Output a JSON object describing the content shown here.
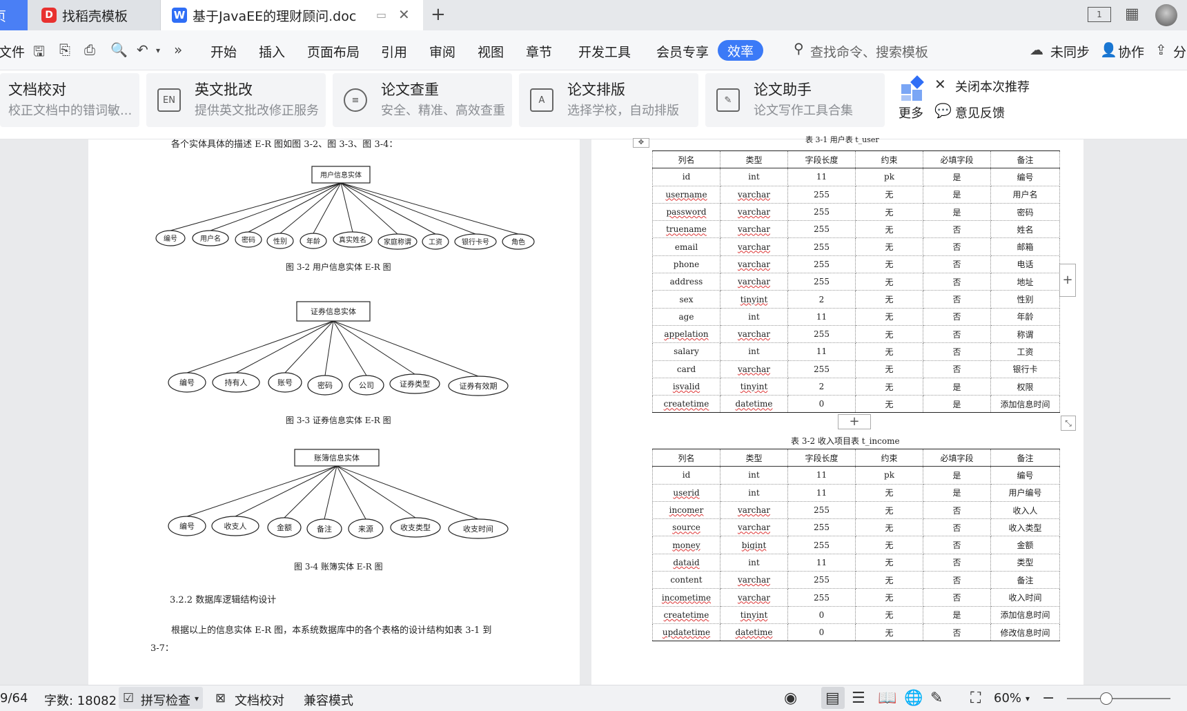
{
  "tabs": {
    "home_partial": "页",
    "template": "找稻壳模板",
    "doc": "基于JavaEE的理财顾问.doc",
    "logo_d": "D",
    "logo_w": "W"
  },
  "menu": {
    "file_partial": "文件",
    "items": [
      "开始",
      "插入",
      "页面布局",
      "引用",
      "审阅",
      "视图",
      "章节",
      "开发工具",
      "会员专享",
      "效率"
    ],
    "search": "查找命令、搜索模板",
    "sync": "未同步",
    "collab": "协作",
    "share_partial": "分"
  },
  "features": [
    {
      "title": "文档校对",
      "sub": "校正文档中的错词敏..."
    },
    {
      "title": "英文批改",
      "sub": "提供英文批改修正服务",
      "icon": "EN"
    },
    {
      "title": "论文查重",
      "sub": "安全、精准、高效查重"
    },
    {
      "title": "论文排版",
      "sub": "选择学校，自动排版"
    },
    {
      "title": "论文助手",
      "sub": "论文写作工具合集"
    }
  ],
  "more": {
    "label": "更多",
    "close": "关闭本次推荐",
    "feedback": "意见反馈"
  },
  "left": {
    "intro": "各个实体具体的描述 E-R 图如图 3-2、图 3-3、图 3-4：",
    "er1": {
      "entity": "用户信息实体",
      "attrs": [
        "编号",
        "用户名",
        "密码",
        "性别",
        "年龄",
        "真实姓名",
        "家庭称谓",
        "工资",
        "银行卡号",
        "角色"
      ],
      "caption": "图 3-2  用户信息实体 E-R 图"
    },
    "er2": {
      "entity": "证券信息实体",
      "attrs": [
        "编号",
        "持有人",
        "账号",
        "密码",
        "公司",
        "证券类型",
        "证券有效期"
      ],
      "caption": "图 3-3  证券信息实体 E-R 图"
    },
    "er3": {
      "entity": "账簿信息实体",
      "attrs": [
        "编号",
        "收支人",
        "金额",
        "备注",
        "来源",
        "收支类型",
        "收支时间"
      ],
      "caption": "图 3-4  账簿实体 E-R 图"
    },
    "section": "3.2.2  数据库逻辑结构设计",
    "para1": "根据以上的信息实体 E-R 图，本系统数据库中的各个表格的设计结构如表 3-1 到",
    "para2": "3-7："
  },
  "right": {
    "table1_caption": "表 3-1  用户表 t_user",
    "table2_caption": "表 3-2  收入项目表 t_income",
    "headers": [
      "列名",
      "类型",
      "字段长度",
      "约束",
      "必填字段",
      "备注"
    ],
    "table1": [
      [
        "id",
        "int",
        "11",
        "pk",
        "是",
        "编号"
      ],
      [
        "username",
        "varchar",
        "255",
        "无",
        "是",
        "用户名"
      ],
      [
        "password",
        "varchar",
        "255",
        "无",
        "是",
        "密码"
      ],
      [
        "truename",
        "varchar",
        "255",
        "无",
        "否",
        "姓名"
      ],
      [
        "email",
        "varchar",
        "255",
        "无",
        "否",
        "邮箱"
      ],
      [
        "phone",
        "varchar",
        "255",
        "无",
        "否",
        "电话"
      ],
      [
        "address",
        "varchar",
        "255",
        "无",
        "否",
        "地址"
      ],
      [
        "sex",
        "tinyint",
        "2",
        "无",
        "否",
        "性别"
      ],
      [
        "age",
        "int",
        "11",
        "无",
        "否",
        "年龄"
      ],
      [
        "appelation",
        "varchar",
        "255",
        "无",
        "否",
        "称谓"
      ],
      [
        "salary",
        "int",
        "11",
        "无",
        "否",
        "工资"
      ],
      [
        "card",
        "varchar",
        "255",
        "无",
        "否",
        "银行卡"
      ],
      [
        "isvalid",
        "tinyint",
        "2",
        "无",
        "是",
        "权限"
      ],
      [
        "createtime",
        "datetime",
        "0",
        "无",
        "是",
        "添加信息时间"
      ]
    ],
    "table2": [
      [
        "id",
        "int",
        "11",
        "pk",
        "是",
        "编号"
      ],
      [
        "userid",
        "int",
        "11",
        "无",
        "是",
        "用户编号"
      ],
      [
        "incomer",
        "varchar",
        "255",
        "无",
        "否",
        "收入人"
      ],
      [
        "source",
        "varchar",
        "255",
        "无",
        "否",
        "收入类型"
      ],
      [
        "money",
        "bigint",
        "255",
        "无",
        "否",
        "金额"
      ],
      [
        "dataid",
        "int",
        "11",
        "无",
        "否",
        "类型"
      ],
      [
        "content",
        "varchar",
        "255",
        "无",
        "否",
        "备注"
      ],
      [
        "incometime",
        "varchar",
        "255",
        "无",
        "否",
        "收入时间"
      ],
      [
        "createtime",
        "tinyint",
        "0",
        "无",
        "是",
        "添加信息时间"
      ],
      [
        "updatetime",
        "datetime",
        "0",
        "无",
        "否",
        "修改信息时间"
      ]
    ]
  },
  "status": {
    "page": "9/64",
    "words": "字数: 18082",
    "spell": "拼写检查",
    "proof": "文档校对",
    "compat": "兼容模式",
    "zoom": "60%"
  }
}
